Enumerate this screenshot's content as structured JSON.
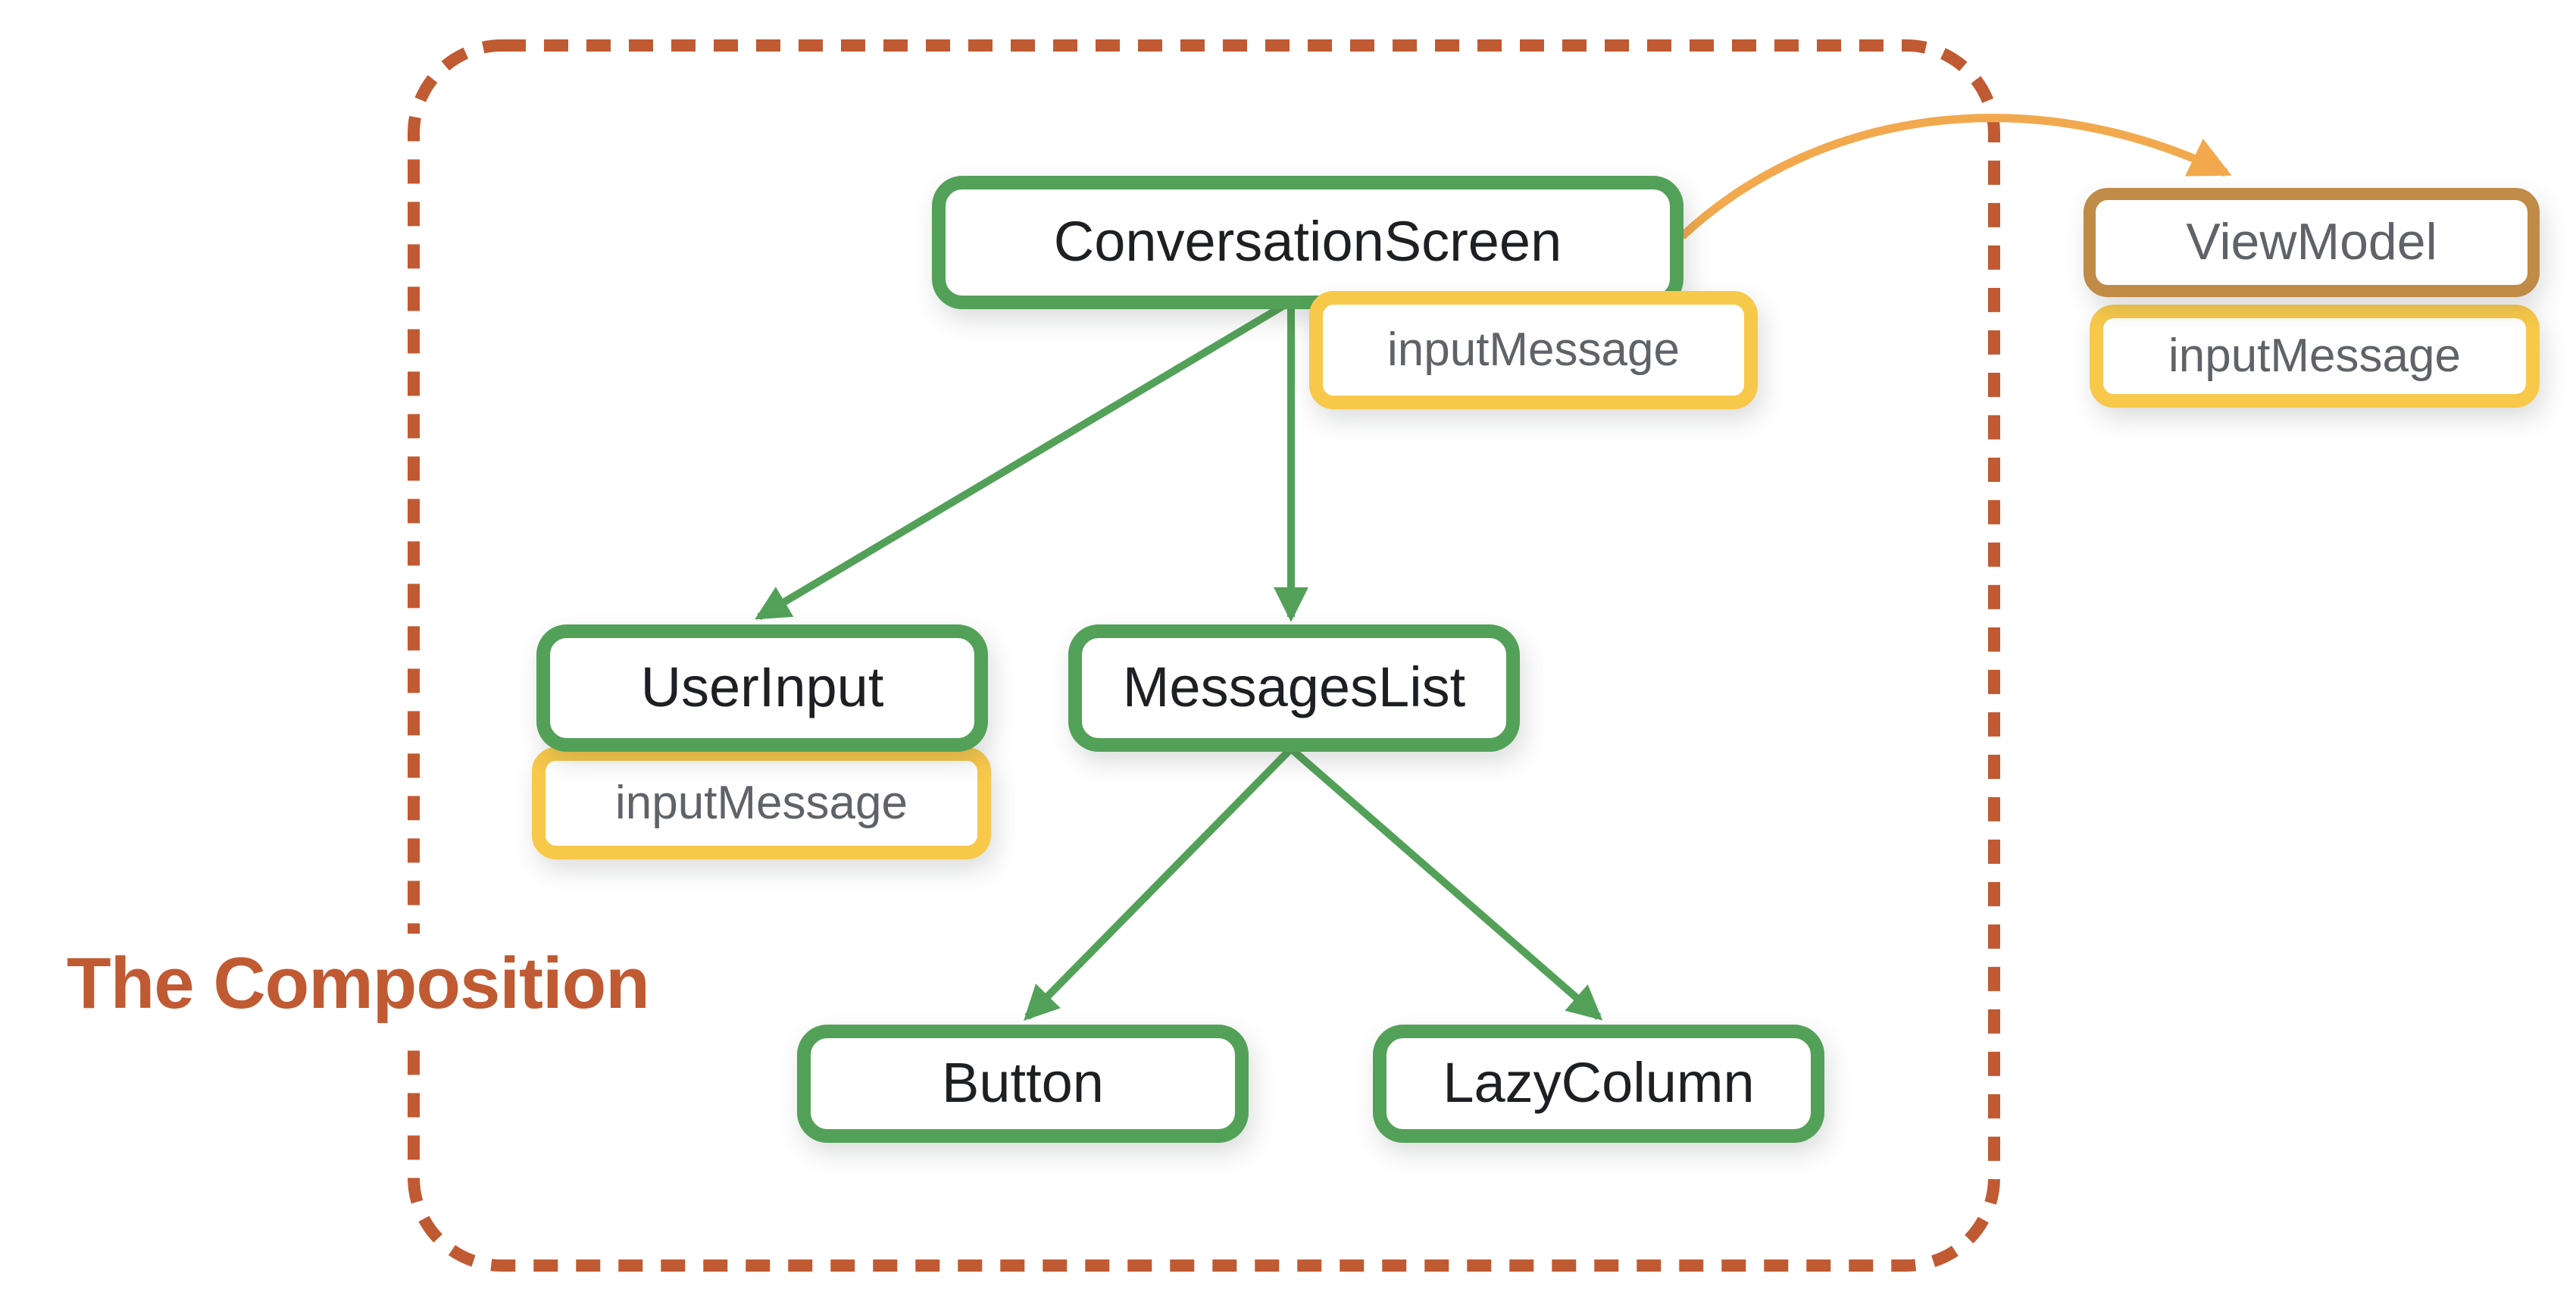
{
  "title": {
    "label": "The Composition"
  },
  "colors": {
    "composable_border": "#53A158",
    "state_border": "#F7C84A",
    "external_border": "#C08A47",
    "edge_green": "#53A158",
    "edge_orange": "#F2A94E",
    "boundary_dash": "#C05A33",
    "title_text": "#C05A33",
    "node_text": "#1d1f22",
    "state_text": "#5F6368"
  },
  "nodes": {
    "conversation_screen": {
      "label": "ConversationScreen",
      "type": "composable"
    },
    "conversation_screen_state": {
      "label": "inputMessage",
      "type": "state"
    },
    "user_input": {
      "label": "UserInput",
      "type": "composable"
    },
    "user_input_state": {
      "label": "inputMessage",
      "type": "state"
    },
    "messages_list": {
      "label": "MessagesList",
      "type": "composable"
    },
    "button": {
      "label": "Button",
      "type": "composable"
    },
    "lazy_column": {
      "label": "LazyColumn",
      "type": "composable"
    },
    "view_model": {
      "label": "ViewModel",
      "type": "external"
    },
    "view_model_state": {
      "label": "inputMessage",
      "type": "state"
    }
  },
  "edges": [
    {
      "from": "ConversationScreen",
      "to": "UserInput",
      "color": "green"
    },
    {
      "from": "ConversationScreen",
      "to": "MessagesList",
      "color": "green"
    },
    {
      "from": "MessagesList",
      "to": "Button",
      "color": "green"
    },
    {
      "from": "MessagesList",
      "to": "LazyColumn",
      "color": "green"
    },
    {
      "from": "ConversationScreen",
      "to": "ViewModel",
      "color": "orange",
      "style": "curved"
    }
  ]
}
